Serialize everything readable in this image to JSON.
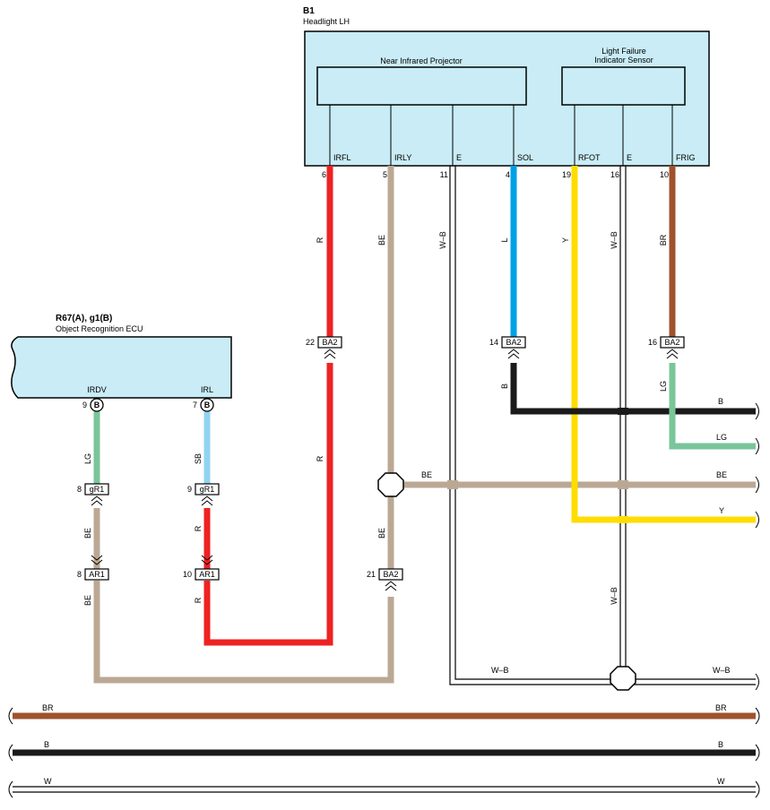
{
  "headlight": {
    "code": "B1",
    "name": "Headlight LH",
    "projector_label": "Near Infrared Projector",
    "sensor_label_line1": "Light Failure",
    "sensor_label_line2": "Indicator Sensor",
    "terminals": [
      {
        "name": "IRFL",
        "pin": "6"
      },
      {
        "name": "IRLY",
        "pin": "5"
      },
      {
        "name": "E",
        "pin": "11"
      },
      {
        "name": "SOL",
        "pin": "4"
      },
      {
        "name": "RFOT",
        "pin": "19"
      },
      {
        "name": "E",
        "pin": "16"
      },
      {
        "name": "FRIG",
        "pin": "10"
      }
    ]
  },
  "ecu": {
    "code": "R67(A), g1(B)",
    "name": "Object Recognition ECU",
    "terminals": [
      {
        "name": "IRDV",
        "pin": "9",
        "connector": "B"
      },
      {
        "name": "IRL",
        "pin": "7",
        "connector": "B"
      }
    ]
  },
  "connectors": {
    "ba2_22": {
      "pin": "22",
      "name": "BA2"
    },
    "ba2_14": {
      "pin": "14",
      "name": "BA2"
    },
    "ba2_16": {
      "pin": "16",
      "name": "BA2"
    },
    "ba2_21": {
      "pin": "21",
      "name": "BA2"
    },
    "gr1_8": {
      "pin": "8",
      "name": "gR1"
    },
    "gr1_9": {
      "pin": "9",
      "name": "gR1"
    },
    "ar1_8": {
      "pin": "8",
      "name": "AR1"
    },
    "ar1_10": {
      "pin": "10",
      "name": "AR1"
    }
  },
  "wire_labels": {
    "irfl_upper": "R",
    "irfl_lower": "R",
    "irly_upper": "BE",
    "irly_lower": "BE",
    "e11": "W–B",
    "sol": "L",
    "rfot": "Y",
    "e16_upper": "W–B",
    "e16_lower": "W–B",
    "frig": "BR",
    "ba2_14_out": "B",
    "ba2_16_out": "LG",
    "irdv_upper": "LG",
    "irdv_mid": "BE",
    "irdv_lower": "BE",
    "irl_upper": "SB",
    "irl_mid": "R",
    "irl_lower": "R",
    "splice_be": "BE",
    "wb_left": "W–B"
  },
  "right_bus": {
    "b": "B",
    "lg": "LG",
    "be": "BE",
    "y": "Y",
    "wb": "W–B"
  },
  "bottom_bus": [
    {
      "left": "BR",
      "right": "BR"
    },
    {
      "left": "B",
      "right": "B"
    },
    {
      "left": "W",
      "right": "W"
    }
  ],
  "colors": {
    "R": "#ee2222",
    "BE": "#bba894",
    "L": "#00a0e6",
    "Y": "#ffdd00",
    "BR": "#a0522d",
    "B": "#1a1a1a",
    "LG": "#7ac59a",
    "SB": "#8fd4f2",
    "box_fill": "#c9ecf6"
  }
}
